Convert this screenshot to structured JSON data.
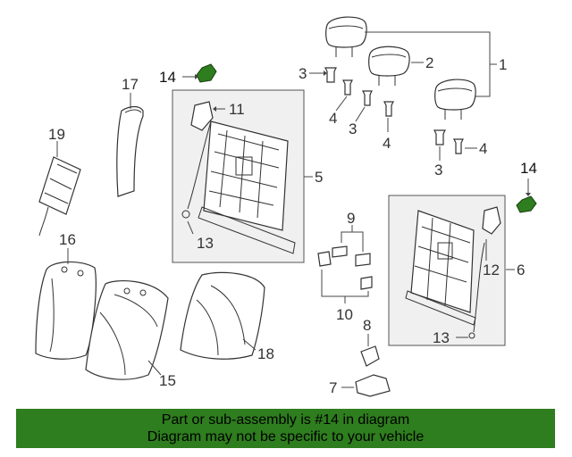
{
  "callouts": {
    "c1": "1",
    "c2": "2",
    "c3a": "3",
    "c3b": "3",
    "c3c": "3",
    "c4a": "4",
    "c4b": "4",
    "c4c": "4",
    "c5": "5",
    "c6": "6",
    "c7": "7",
    "c8": "8",
    "c9": "9",
    "c10": "10",
    "c11": "11",
    "c12": "12",
    "c13a": "13",
    "c13b": "13",
    "c14a": "14",
    "c14b": "14",
    "c15": "15",
    "c16": "16",
    "c17": "17",
    "c18": "18",
    "c19": "19"
  },
  "highlight_color": "#2e7d1e",
  "banner": {
    "line1": "Part or sub-assembly is #14 in diagram",
    "line2": "Diagram may not be specific to your vehicle"
  }
}
